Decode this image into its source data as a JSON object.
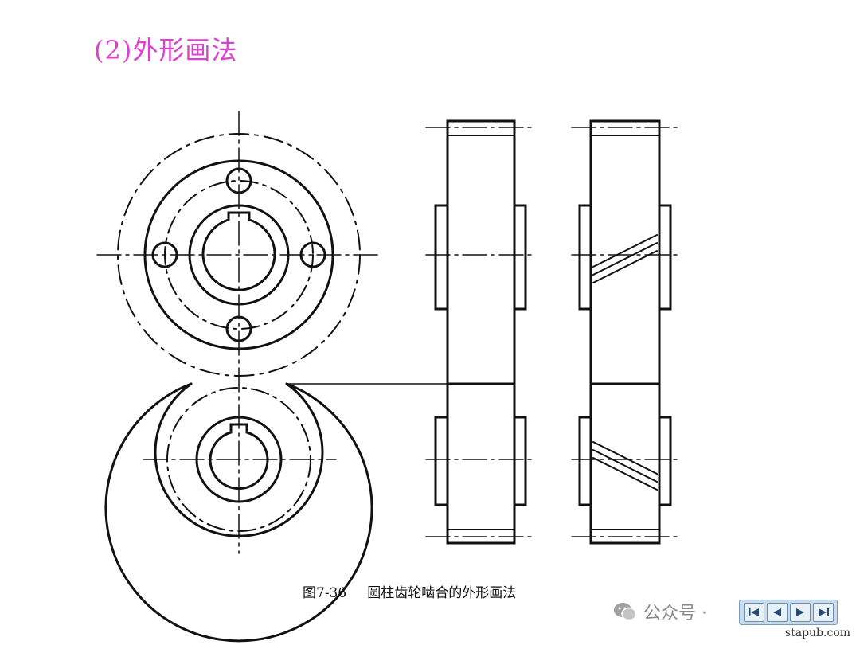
{
  "title": "(2)外形画法",
  "caption": {
    "figure_number": "图7-36",
    "text": "圆柱齿轮啮合的外形画法"
  },
  "watermark": {
    "icon": "wechat-icon",
    "text": "公众号 · "
  },
  "site": "stapub.com",
  "nav": {
    "icons": [
      "first-slide-icon",
      "previous-slide-icon",
      "next-slide-icon",
      "last-slide-icon"
    ]
  },
  "colors": {
    "title": "#e040d0",
    "line": "#111111",
    "nav_background": "#c8dcec"
  }
}
